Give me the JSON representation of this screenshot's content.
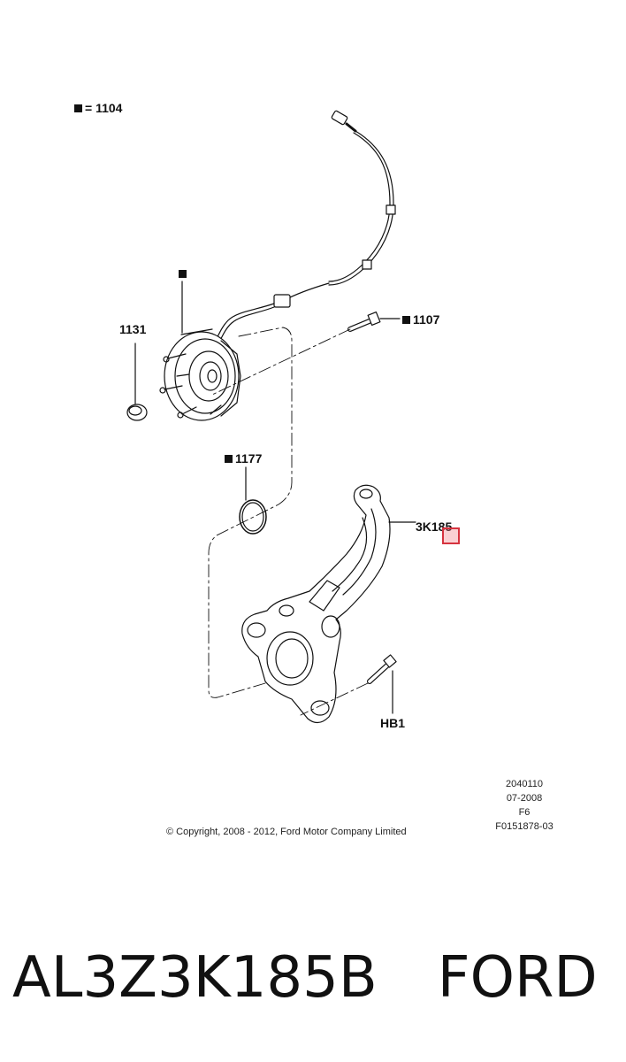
{
  "callouts": {
    "c1104": {
      "prefix_square": true,
      "text": "= 1104"
    },
    "c_square_only": {
      "prefix_square": true,
      "text": ""
    },
    "c1131": {
      "text": "1131"
    },
    "c1107": {
      "prefix_square": true,
      "text": "1107"
    },
    "c1177": {
      "prefix_square": true,
      "text": "1177"
    },
    "c3k185": {
      "text": "3K185"
    },
    "chb1": {
      "text": "HB1"
    }
  },
  "meta": {
    "line1": "2040110",
    "line2": "07-2008",
    "line3": "F6",
    "line4": "F0151878-03"
  },
  "copyright": "© Copyright, 2008 - 2012, Ford Motor Company Limited",
  "caption": {
    "part_number": "AL3Z3K185B",
    "brand": "FORD"
  },
  "colors": {
    "highlight_border": "#d6333f",
    "line": "#111111"
  }
}
